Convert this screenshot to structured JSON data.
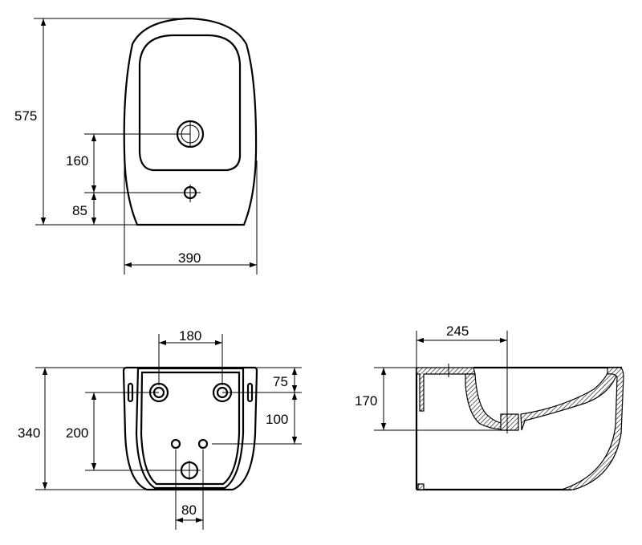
{
  "drawing": {
    "top_view": {
      "dimensions": {
        "height": "575",
        "waste_to_hole": "160",
        "hole_to_back": "85",
        "width": "390"
      }
    },
    "back_view": {
      "dimensions": {
        "fixing_spacing": "180",
        "total_height": "340",
        "fixing_to_waste": "200",
        "top_to_fixing": "75",
        "fixing_to_supply": "100",
        "supply_spacing": "80"
      }
    },
    "side_view": {
      "dimensions": {
        "waste_from_wall": "245",
        "waste_height": "170"
      }
    },
    "colors": {
      "line": "#000000",
      "background": "#ffffff"
    }
  }
}
